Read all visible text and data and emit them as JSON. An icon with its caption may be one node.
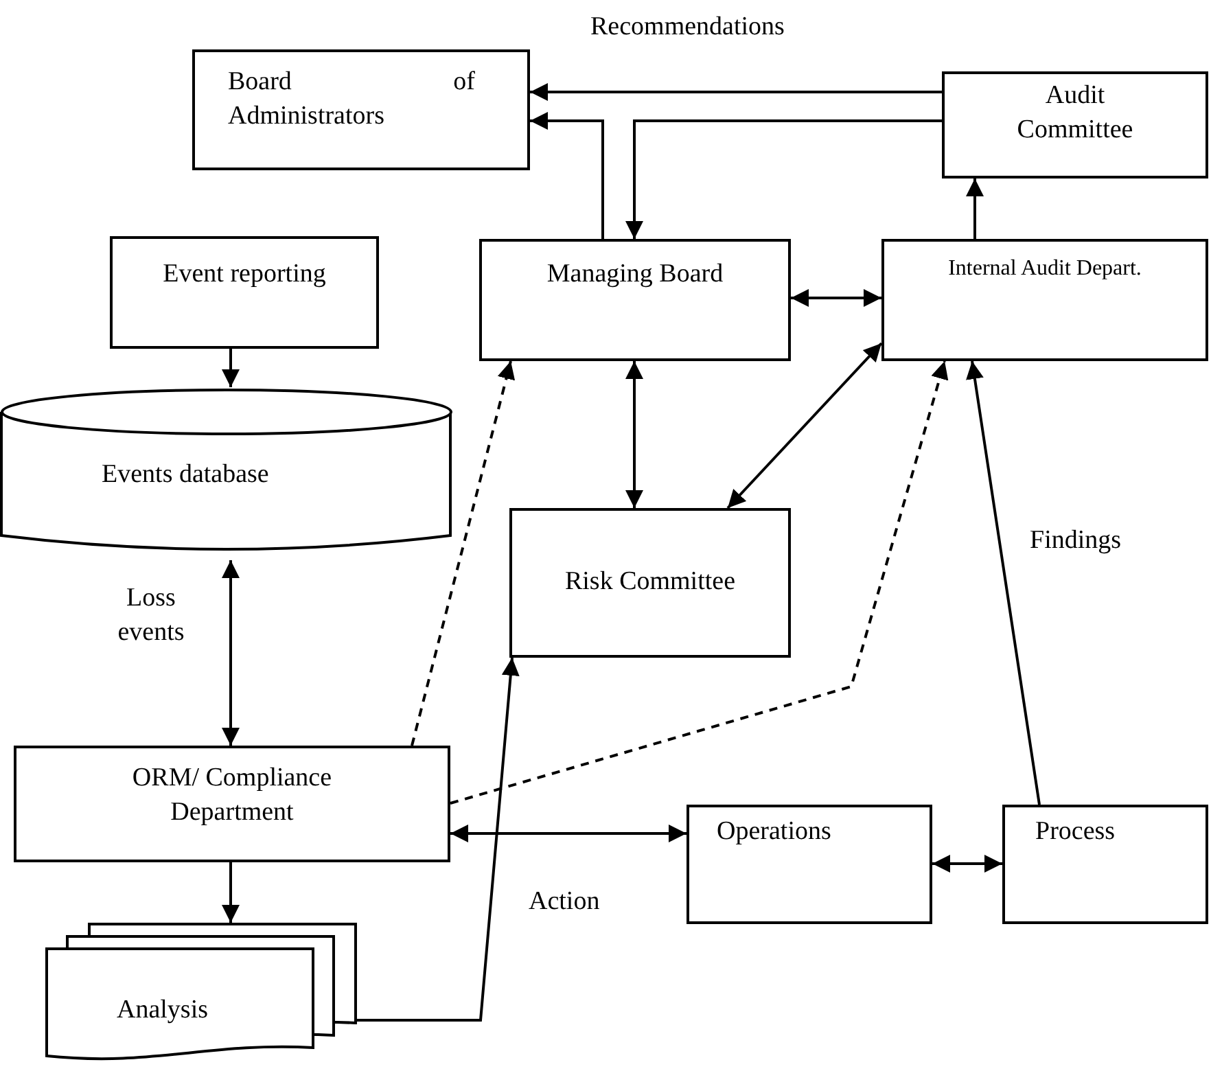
{
  "diagram": {
    "nodes": [
      {
        "text": [
          "Board of Administrators"
        ]
      },
      {
        "text": [
          "Audit Committee"
        ]
      },
      {
        "text": [
          "Event reporting"
        ]
      },
      {
        "text": [
          "Managing Board"
        ]
      },
      {
        "text": [
          "Internal Audit Depart."
        ]
      },
      {
        "text": [
          "Events database"
        ]
      },
      {
        "text": [
          "Risk Committee"
        ]
      },
      {
        "text": [
          "ORM/ Compliance Department"
        ]
      },
      {
        "text": [
          "Analysis"
        ]
      },
      {
        "text": [
          "Operations"
        ]
      },
      {
        "text": [
          "Process"
        ]
      }
    ],
    "edges": [
      {
        "from": 1,
        "to": 0,
        "arrow": "to"
      },
      {
        "from": 1,
        "to": 3,
        "arrow": "to"
      },
      {
        "from": 3,
        "to": 0,
        "arrow": "to"
      },
      {
        "from": 4,
        "to": 1,
        "arrow": "to"
      },
      {
        "from": 3,
        "to": 4,
        "arrow": "both"
      },
      {
        "from": 2,
        "to": 5,
        "arrow": "to"
      },
      {
        "from": 3,
        "to": 6,
        "arrow": "both"
      },
      {
        "from": 6,
        "to": 4,
        "arrow": "both"
      },
      {
        "from": 5,
        "to": 7,
        "arrow": "both",
        "label": "Loss events"
      },
      {
        "from": 7,
        "to": 3,
        "arrow": "to",
        "style": "dashed"
      },
      {
        "from": 7,
        "to": 4,
        "arrow": "to",
        "style": "dashed"
      },
      {
        "from": 7,
        "to": 9,
        "arrow": "both",
        "label": "Action"
      },
      {
        "from": 8,
        "to": 6,
        "arrow": "to"
      },
      {
        "from": 7,
        "to": 8,
        "arrow": "to"
      },
      {
        "from": 9,
        "to": 10,
        "arrow": "both"
      },
      {
        "from": 10,
        "to": 4,
        "arrow": "to",
        "label": "Findings"
      }
    ],
    "labels": [
      "Recommendations"
    ]
  }
}
